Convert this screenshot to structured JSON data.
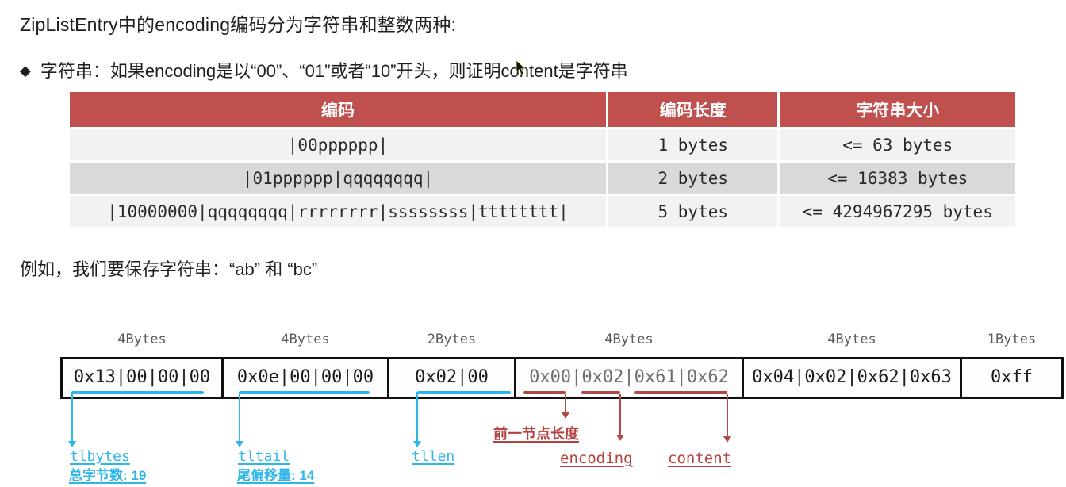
{
  "page": {
    "title": "ZipListEntry中的encoding编码分为字符串和整数两种:",
    "bullet_marker": "◆",
    "bullet_text": "字符串：如果encoding是以“00”、“01”或者“10”开头，则证明content是字符串",
    "example_line": "例如，我们要保存字符串：“ab” 和 “bc”"
  },
  "table": {
    "headers": [
      "编码",
      "编码长度",
      "字符串大小"
    ],
    "rows": [
      [
        "|00pppppp|",
        "1 bytes",
        "<= 63 bytes"
      ],
      [
        "|01pppppp|qqqqqqqq|",
        "2 bytes",
        "<= 16383 bytes"
      ],
      [
        "|10000000|qqqqqqqq|rrrrrrrr|ssssssss|tttttttt|",
        "5 bytes",
        "<= 4294967295 bytes"
      ]
    ]
  },
  "diagram": {
    "cells": [
      {
        "size": "4Bytes",
        "value": "0x13|00|00|00"
      },
      {
        "size": "4Bytes",
        "value": "0x0e|00|00|00"
      },
      {
        "size": "2Bytes",
        "value": "0x02|00"
      },
      {
        "size": "4Bytes",
        "value": "0x00|0x02|0x61|0x62"
      },
      {
        "size": "4Bytes",
        "value": "0x04|0x02|0x62|0x63"
      },
      {
        "size": "1Bytes",
        "value": "0xff"
      }
    ],
    "pointers": {
      "tlbytes_label": "tlbytes",
      "tlbytes_desc": "总字节数: 19",
      "tltail_label": "tltail",
      "tltail_desc": "尾偏移量: 14",
      "tllen_label": "tllen",
      "prev_entry_len_label": "前一节点长度",
      "encoding_label": "encoding",
      "content_label": "content"
    },
    "colors": {
      "blue_pointer": "#2fb6e9",
      "red_pointer": "#b04a45",
      "table_header_red": "#c0504d"
    }
  }
}
